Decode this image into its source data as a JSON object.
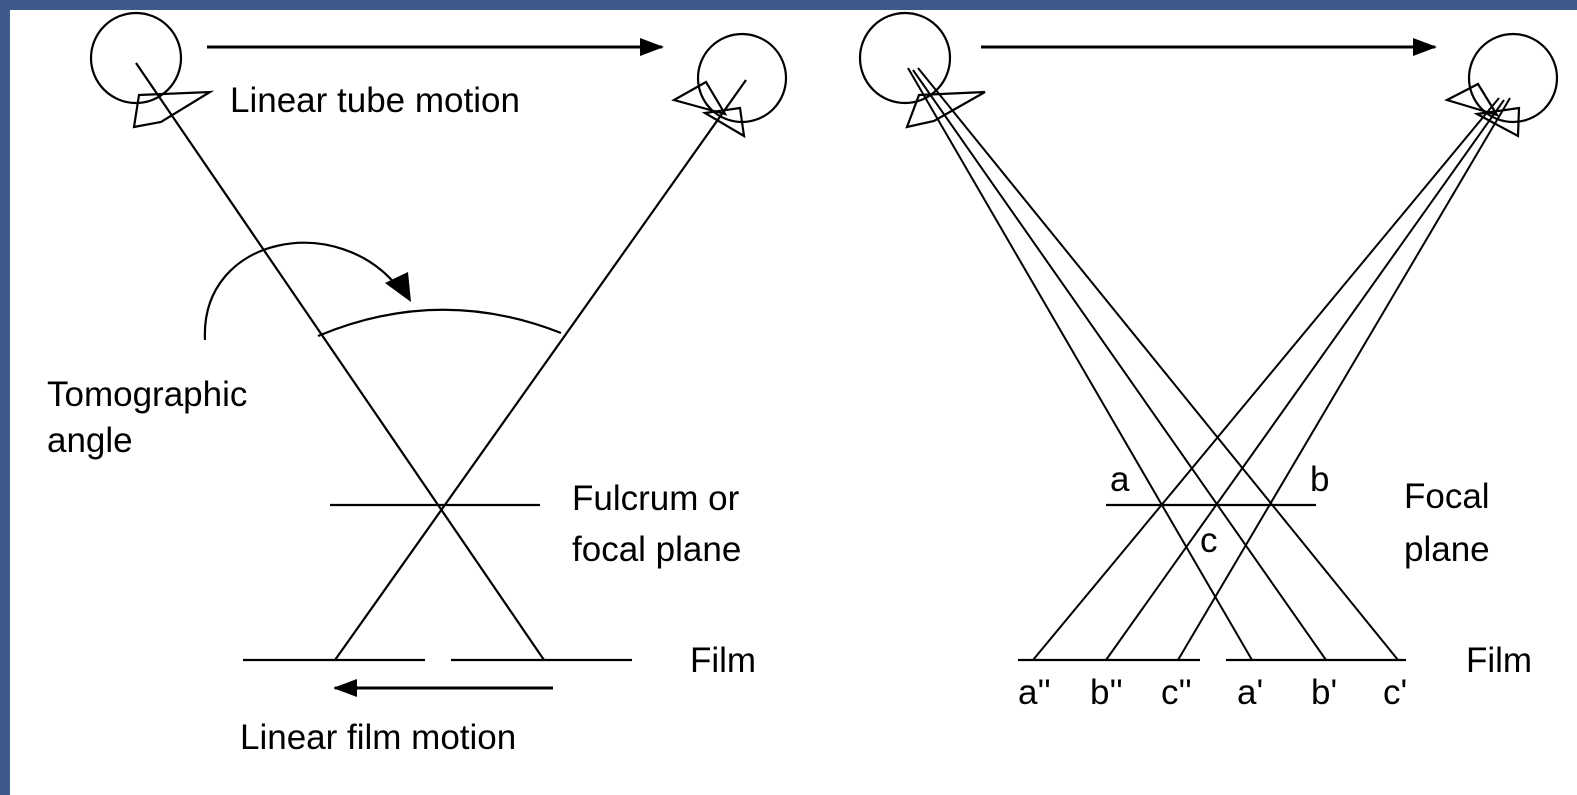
{
  "colors": {
    "frame": "#3e5a8a",
    "background": "#ffffff",
    "ink": "#000000"
  },
  "left_panel": {
    "tube_motion_label": "Linear tube motion",
    "tomographic_angle_line1": "Tomographic",
    "tomographic_angle_line2": "angle",
    "fulcrum_line1": "Fulcrum or",
    "fulcrum_line2": "focal plane",
    "film_label": "Film",
    "film_motion_label": "Linear film motion"
  },
  "right_panel": {
    "point_a": "a",
    "point_b": "b",
    "point_c": "c",
    "focal_line1": "Focal",
    "focal_line2": "plane",
    "film_label": "Film",
    "film_marks": [
      "a''",
      "b''",
      "c''",
      "a'",
      "b'",
      "c'"
    ]
  }
}
